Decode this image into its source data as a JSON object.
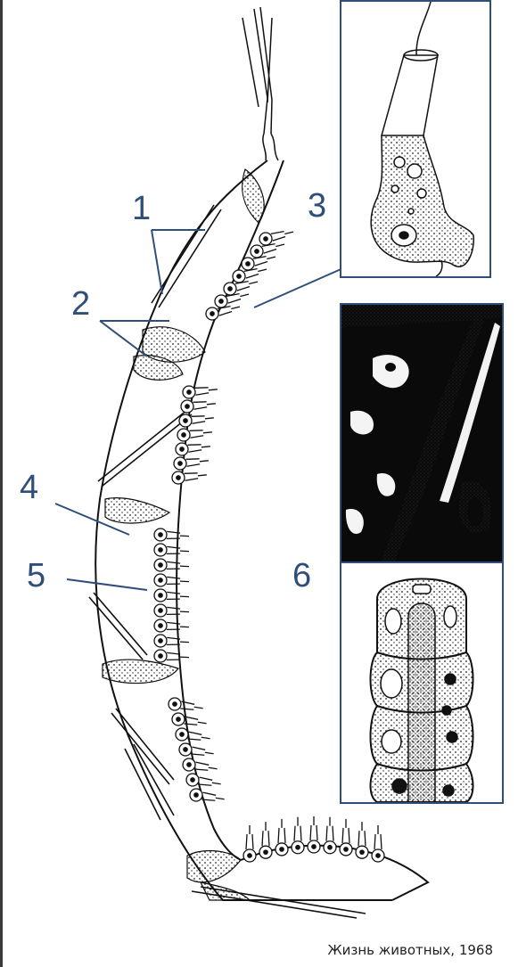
{
  "labels": {
    "l1": "1",
    "l2": "2",
    "l3": "3",
    "l4": "4",
    "l5": "5",
    "l6": "6"
  },
  "caption": "Жизнь животных, 1968",
  "colors": {
    "label": "#2f4f7a",
    "ink": "#111111",
    "frame": "#2f4f7a"
  }
}
